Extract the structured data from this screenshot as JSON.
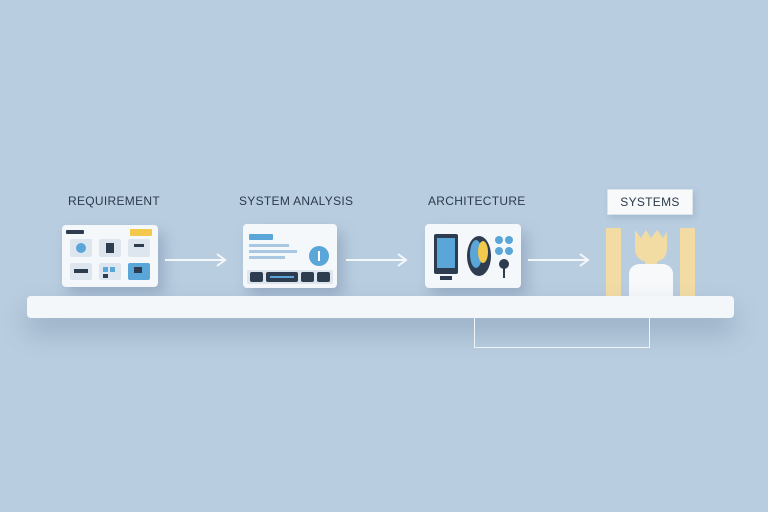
{
  "steps": [
    {
      "label": "REQUIREMENT"
    },
    {
      "label": "SYSTEM ANALYSIS"
    },
    {
      "label": "ARCHITECTURE"
    },
    {
      "label": "SYSTEMS"
    }
  ],
  "icons": {
    "step1": "requirements-dashboard-icon",
    "step2": "analysis-panel-icon",
    "step3": "architecture-components-icon",
    "step4": "system-user-icon"
  },
  "colors": {
    "background": "#b9cde0",
    "card": "#f5f8fb",
    "accent_blue": "#5aa6d8",
    "accent_yellow": "#f2c94c",
    "dark": "#2e3c50"
  }
}
